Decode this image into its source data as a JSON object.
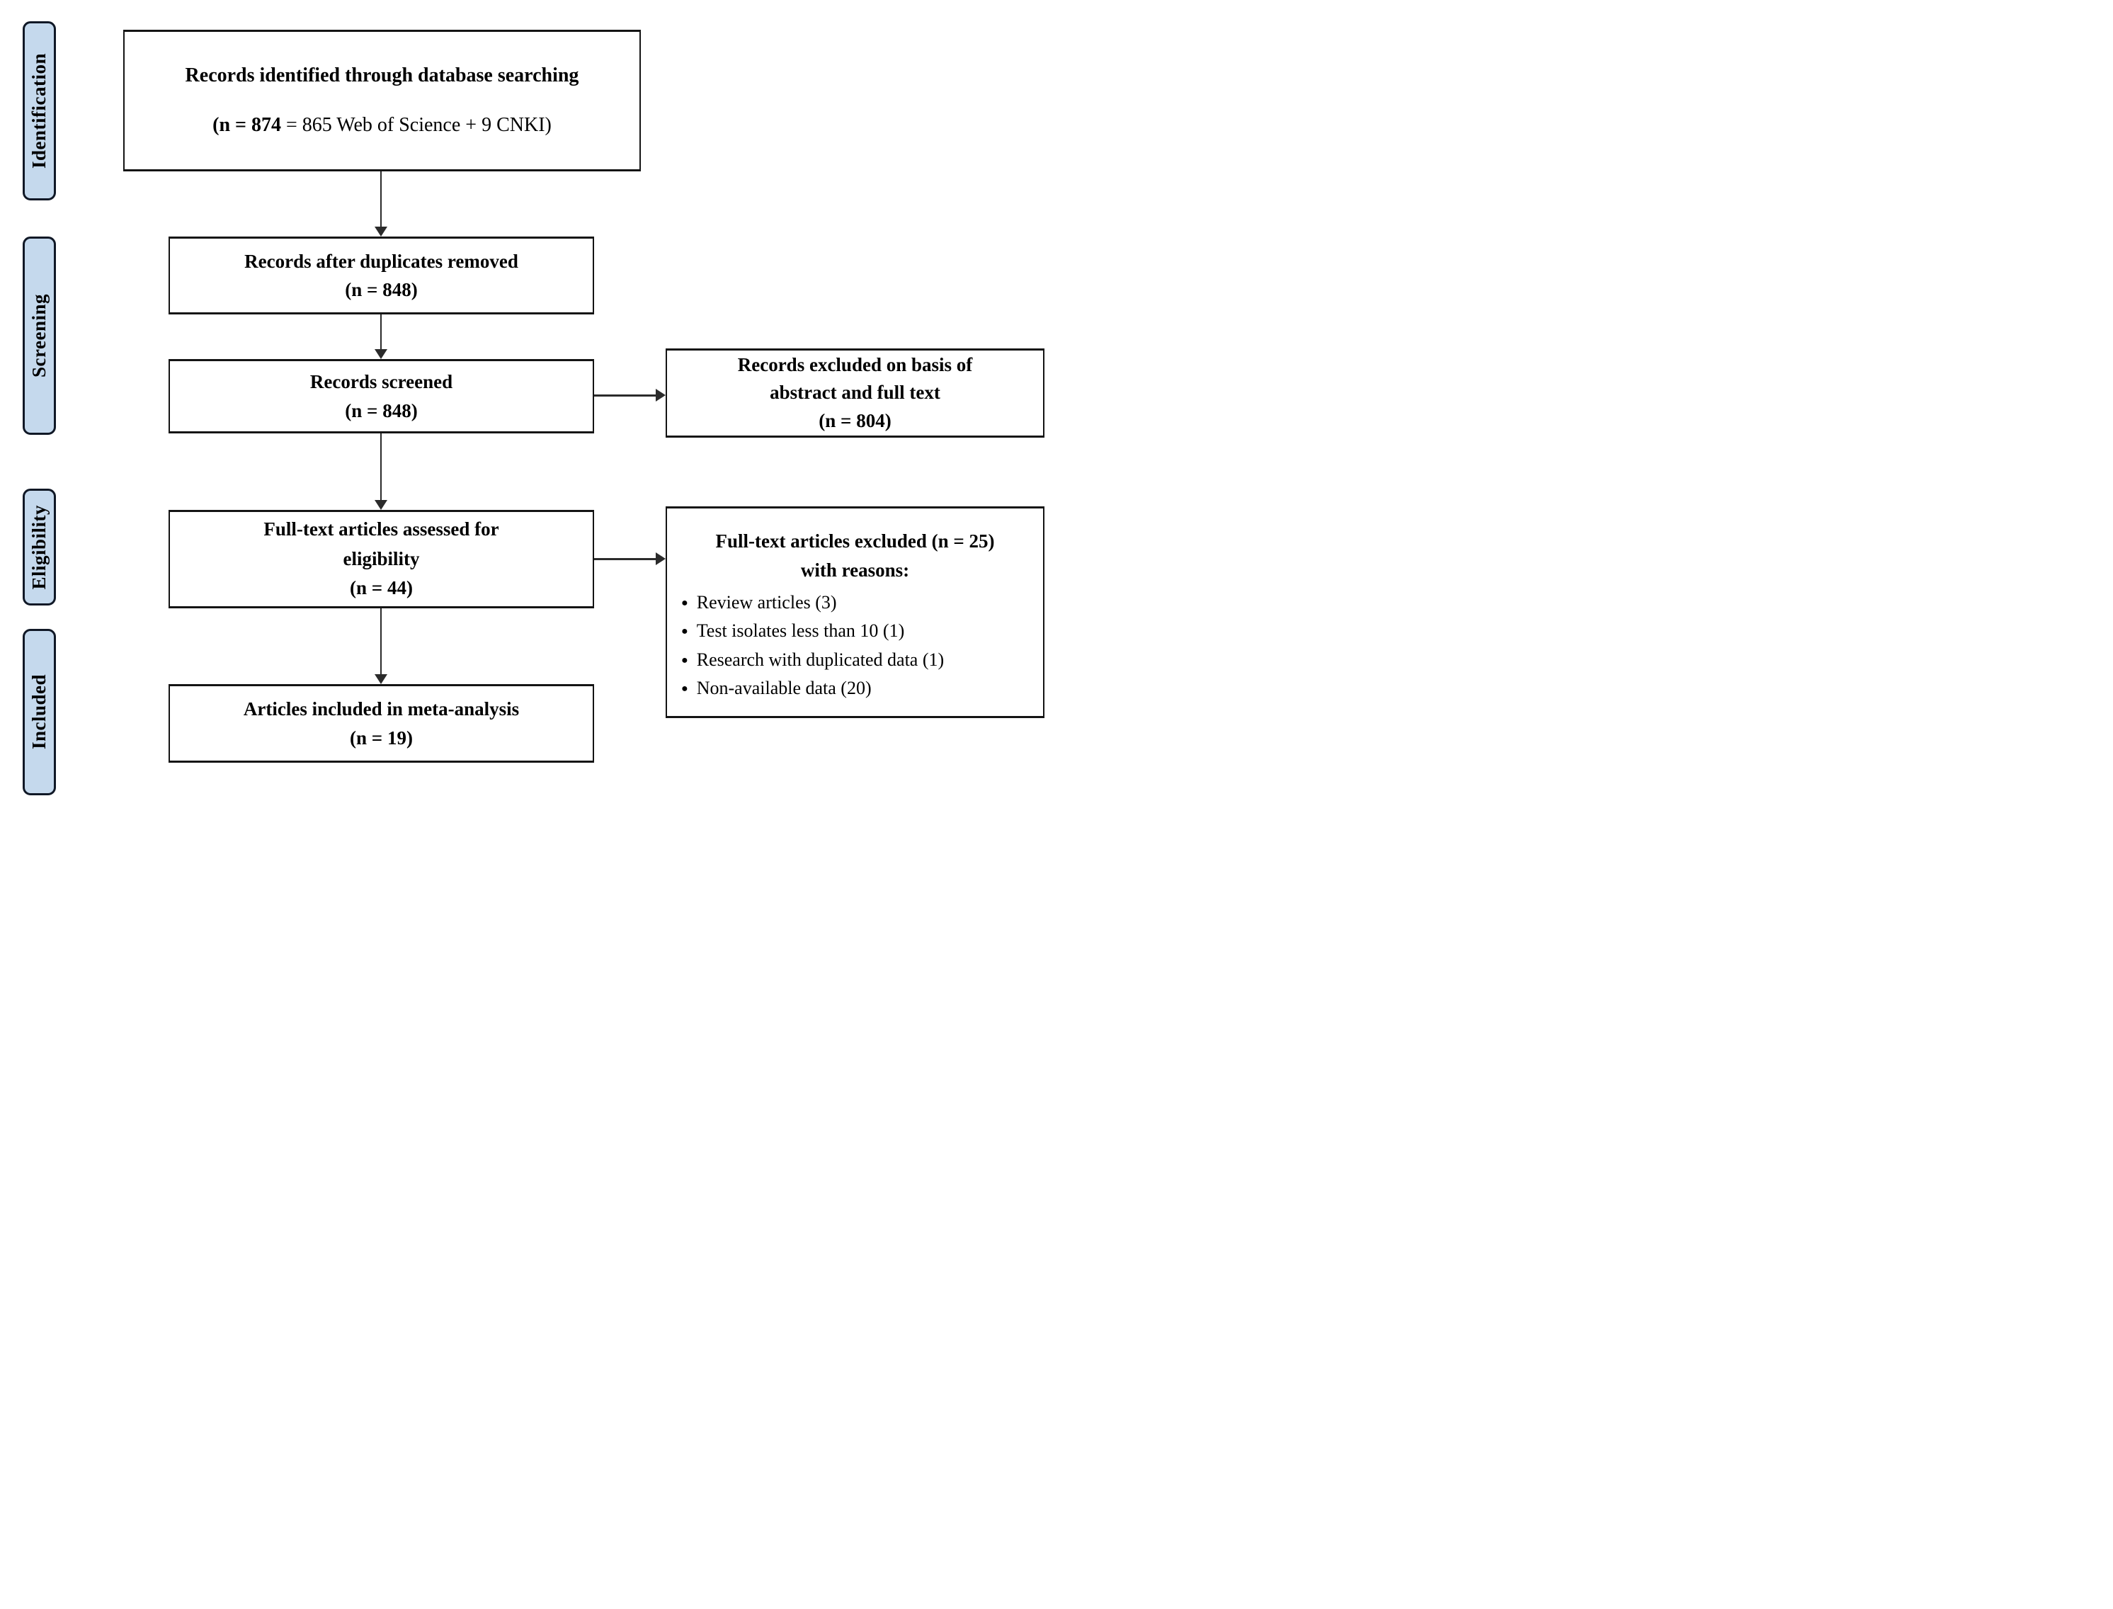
{
  "stages": [
    {
      "label": "Identification"
    },
    {
      "label": "Screening"
    },
    {
      "label": "Eligibility"
    },
    {
      "label": "Included"
    }
  ],
  "flow": {
    "identified": {
      "line1": "Records identified through database searching",
      "n_bold": "(n = 874",
      "n_rest": " = 865 Web of Science + 9 CNKI)"
    },
    "duplicates_removed": {
      "line1": "Records after duplicates removed",
      "n": "(n = 848)"
    },
    "screened": {
      "line1": "Records screened",
      "n": "(n = 848)"
    },
    "assessed": {
      "line1": "Full-text articles assessed for",
      "line2": "eligibility",
      "n": "(n = 44)"
    },
    "included_meta": {
      "line1": "Articles included in meta-analysis",
      "n": "(n = 19)"
    }
  },
  "exclusions": {
    "records": {
      "line1": "Records excluded on basis of",
      "line2": "abstract and full text",
      "n": "(n = 804)"
    },
    "fulltext": {
      "header_line1": "Full-text articles excluded (n = 25)",
      "header_line2": "with reasons:",
      "bullet_glyph": "●",
      "reasons": [
        "Review articles (3)",
        "Test isolates less than 10 (1)",
        "Research with duplicated data (1)",
        "Non-available data (20)"
      ]
    }
  },
  "colors": {
    "stage_fill": "#c5d9ed",
    "stage_border": "#101826",
    "box_border": "#141414",
    "line": "#2b2b2b",
    "text": "#000000",
    "background": "#ffffff"
  }
}
